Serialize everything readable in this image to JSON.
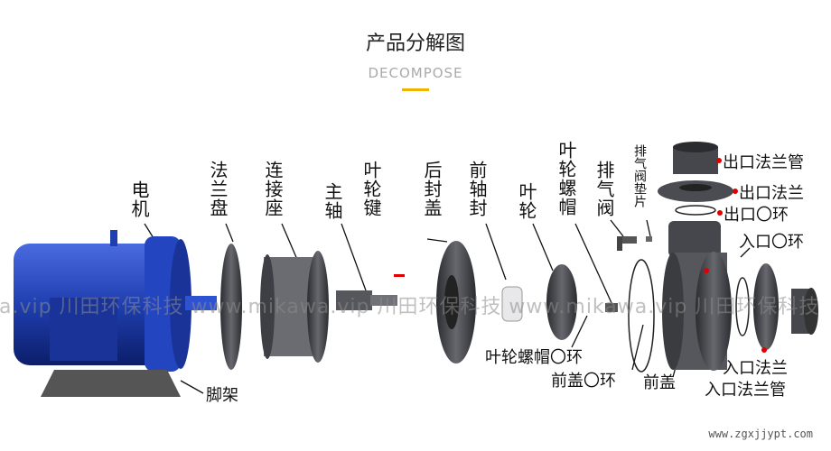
{
  "header": {
    "title": "产品分解图",
    "subtitle": "DECOMPOSE"
  },
  "labels": {
    "motor": "电机",
    "flange_plate": "法兰盘",
    "connector_seat": "连接座",
    "main_shaft": "主轴",
    "impeller_key": "叶轮键",
    "rear_cover": "后封盖",
    "front_shaft_seal": "前轴封",
    "impeller": "叶轮",
    "impeller_nut": "叶轮螺帽",
    "vent_valve": "排气阀",
    "vent_valve_gasket": "排气阀垫片",
    "outlet_flange_pipe": "出口法兰管",
    "outlet_flange": "出口法兰",
    "outlet_o_ring": "出口〇环",
    "inlet_o_ring": "入口〇环",
    "foot_stand": "脚架",
    "impeller_nut_o_ring": "叶轮螺帽〇环",
    "front_cover_o_ring": "前盖〇环",
    "front_cover": "前盖",
    "inlet_flange": "入口法兰",
    "inlet_flange_pipe": "入口法兰管"
  },
  "watermark": "wa.vip  川田环保科技  www.mikawa.vip  川田环保科技  www.mikawa.vip  川田环保科技",
  "site": "www.zgxjjypt.com",
  "colors": {
    "motor": "#1f3fb0",
    "part": "#3d3f44",
    "accent": "#e00000",
    "underline": "#f0b400"
  }
}
